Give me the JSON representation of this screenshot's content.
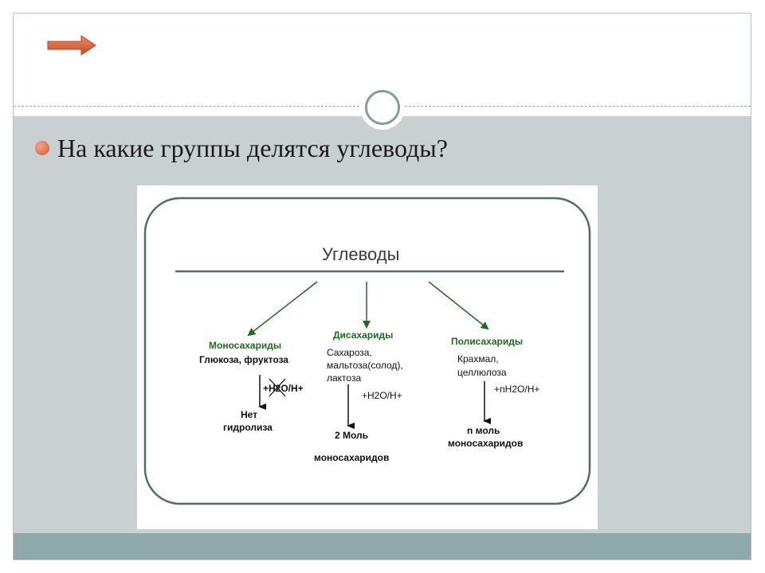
{
  "slide": {
    "question": "На какие группы делятся углеводы?"
  },
  "icons": {
    "nav": "right-arrow-icon",
    "bullet": "bullet-dot-icon",
    "ornament": "circle-ring-icon"
  },
  "colors": {
    "arrow_fill": "#d9582f",
    "body_background": "#c8d0d2",
    "footer_band": "#8fa8a8",
    "diagram_green": "#1e6b1e",
    "frame_border": "#4f6f63"
  },
  "diagram": {
    "root": "Углеводы",
    "branches": [
      {
        "title": "Моносахариды",
        "examples": [
          "Глюкоза, фруктоза"
        ],
        "reagent": "+H2O/H+",
        "reagent_crossed": true,
        "result": [
          "Нет",
          "гидролиза"
        ]
      },
      {
        "title": "Дисахариды",
        "examples": [
          "Сахароза,",
          "мальтоза(солод),",
          "лактоза"
        ],
        "reagent": "+H2O/H+",
        "result": [
          "2 Моль",
          "моносахаридов"
        ]
      },
      {
        "title": "Полисахариды",
        "examples": [
          "Крахмал,",
          "целлюлоза"
        ],
        "reagent": "+nH2O/H+",
        "result": [
          "n моль",
          "моносахаридов"
        ]
      }
    ]
  }
}
